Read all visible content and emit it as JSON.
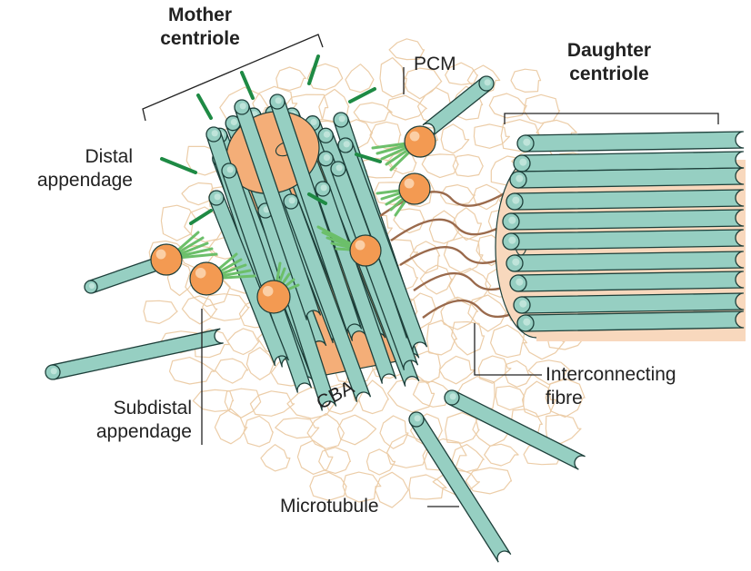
{
  "labels": {
    "mother_centriole": [
      "Mother",
      "centriole"
    ],
    "daughter_centriole": [
      "Daughter",
      "centriole"
    ],
    "pcm": "PCM",
    "distal_appendage": [
      "Distal",
      "appendage"
    ],
    "subdistal_appendage": [
      "Subdistal",
      "appendage"
    ],
    "cba": "CBA",
    "interconnecting_fibre": [
      "Interconnecting",
      "fibre"
    ],
    "microtubule": "Microtubule"
  },
  "colors": {
    "microtubule_fill": "#96cfc2",
    "microtubule_stroke": "#1d3f3a",
    "mother_core": "#f4ae78",
    "daughter_core": "#f8d8bd",
    "appendage_ball": "#f39a52",
    "distal_appendage_fibre": "#1e8a44",
    "subdistal_appendage_fibre": "#6cbf6a",
    "pcm_outline": "#eccda8",
    "interconnecting_fibre": "#9a6a4c"
  }
}
